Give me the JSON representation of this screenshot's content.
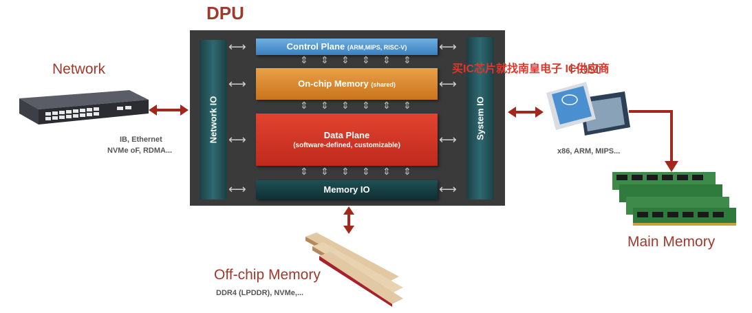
{
  "dpu": {
    "title": "DPU",
    "network_io": "Network IO",
    "system_io": "System IO",
    "control_plane": {
      "label": "Control Plane",
      "sub": "(ARM,MIPS, RISC-V)"
    },
    "onchip_memory": {
      "label": "On-chip Memory",
      "sub": "(shared)"
    },
    "data_plane": {
      "label": "Data Plane",
      "sub": "(software-defined, customizable)"
    },
    "memory_io": {
      "label": "Memory IO"
    }
  },
  "network": {
    "title": "Network",
    "desc_line1": "IB, Ethernet",
    "desc_line2": "NVMe oF, RDMA..."
  },
  "host": {
    "title": "Host",
    "desc": "x86, ARM, MIPS..."
  },
  "main_memory": {
    "title": "Main Memory"
  },
  "offchip_memory": {
    "title": "Off-chip Memory",
    "desc": "DDR4 (LPDDR), NVMe,..."
  },
  "watermark": "买IC芯片就找南皇电子 IC供应商",
  "colors": {
    "accent_red": "#9e3a2b",
    "arrow_red": "#a3281c",
    "control_plane": "#4a90c8",
    "onchip_memory": "#d98a2a",
    "data_plane": "#d8392a",
    "io_teal": "#2d6a70"
  }
}
